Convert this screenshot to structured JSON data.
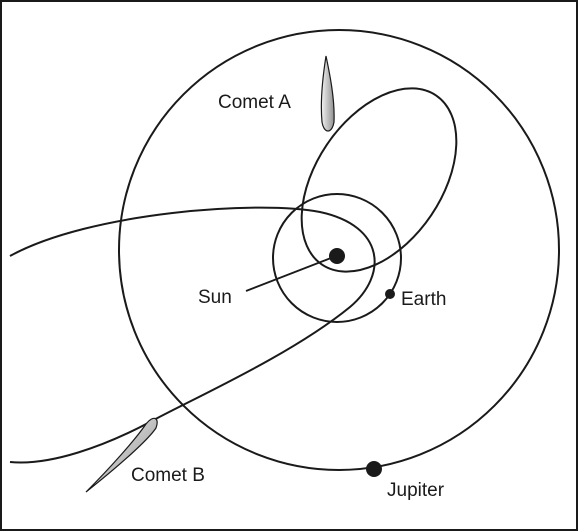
{
  "labels": {
    "comet_a": "Comet A",
    "comet_b": "Comet B",
    "sun": "Sun",
    "earth": "Earth",
    "jupiter": "Jupiter"
  },
  "colors": {
    "line": "#1a1a1a",
    "background": "#ffffff",
    "tail_light": "#f2f2f2",
    "tail_dark": "#9a9a9a"
  }
}
